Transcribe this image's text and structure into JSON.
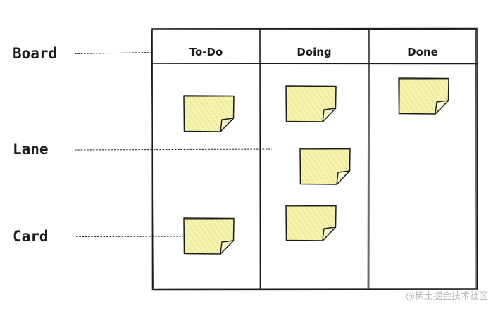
{
  "labels": {
    "board": "Board",
    "lane": "Lane",
    "card": "Card"
  },
  "lanes": [
    {
      "title": "To-Do"
    },
    {
      "title": "Doing"
    },
    {
      "title": "Done"
    }
  ],
  "watermark": "@稀土掘金技术社区",
  "colors": {
    "ink": "#1b1b1b",
    "note_fill": "#f6f2b0",
    "note_hatch": "#e4e078",
    "note_fold": "#fbf8cd",
    "background": "#ffffff"
  }
}
